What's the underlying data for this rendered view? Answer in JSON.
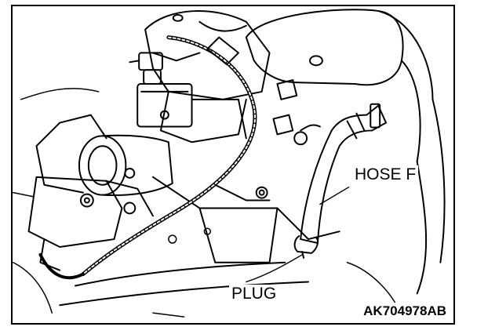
{
  "labels": {
    "hose": "HOSE F",
    "plug": "PLUG"
  },
  "figure_id": "AK704978AB",
  "colors": {
    "line": "#000000",
    "background": "#ffffff"
  }
}
